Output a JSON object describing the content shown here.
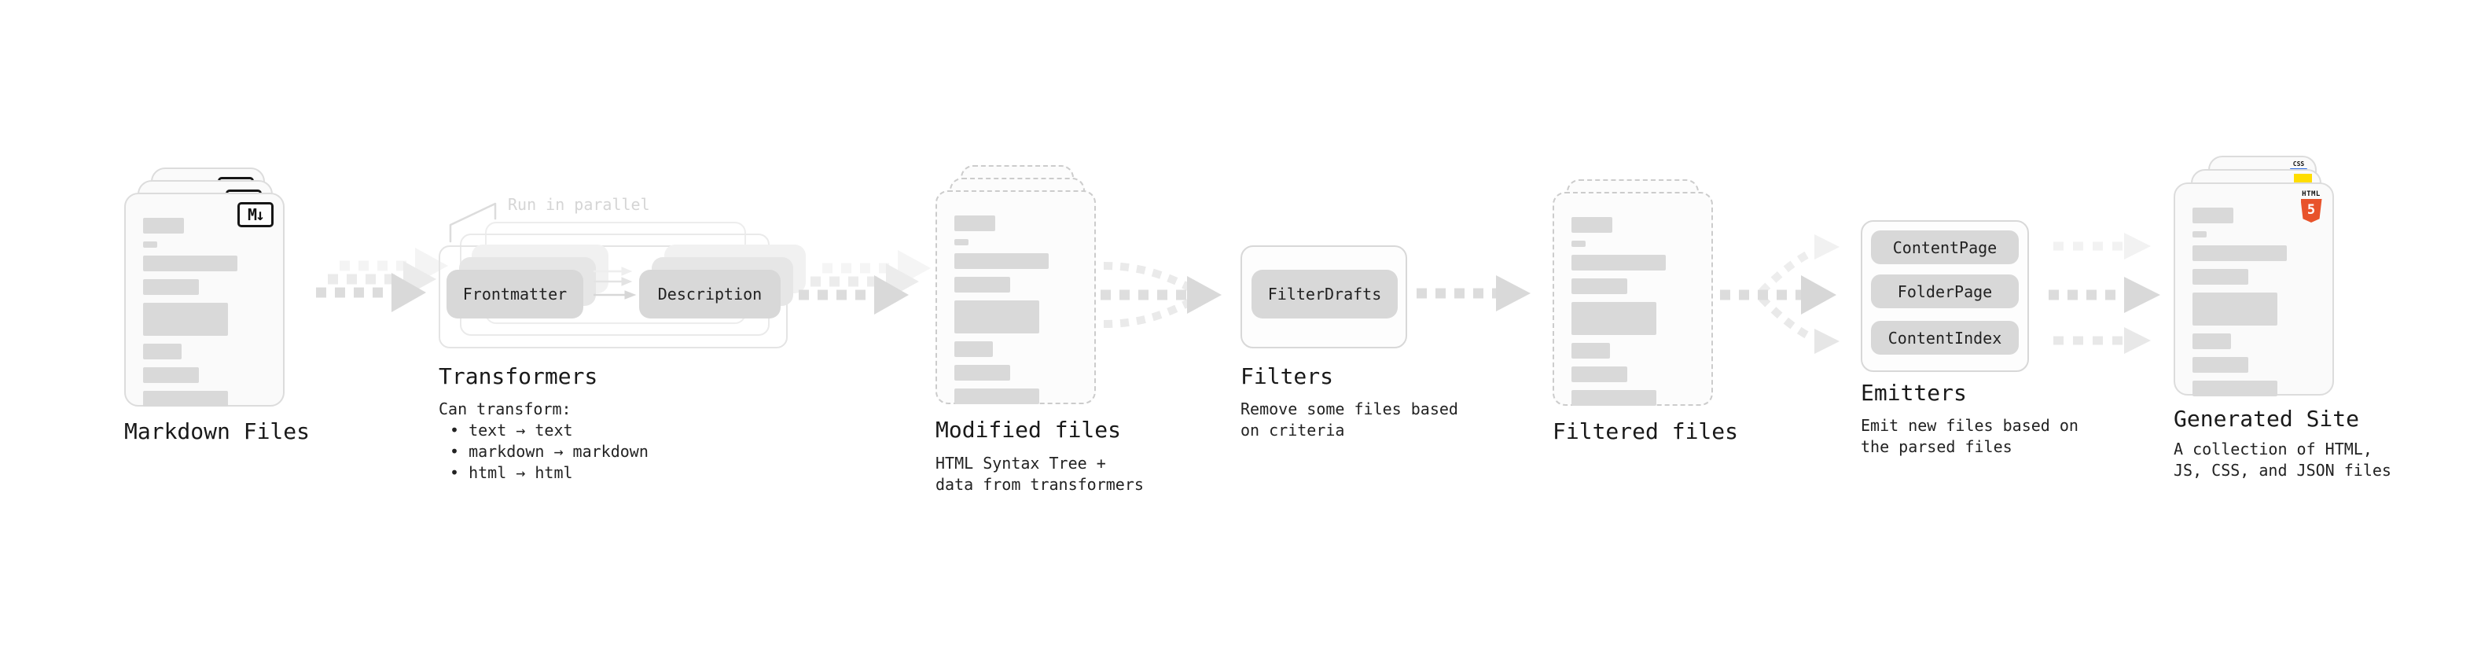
{
  "diagram": {
    "stages": {
      "markdown": {
        "title": "Markdown Files",
        "badge": "M↓"
      },
      "transformers": {
        "title": "Transformers",
        "annotation": "Run in parallel",
        "pill_left": "Frontmatter",
        "pill_right": "Description",
        "desc_heading": "Can transform:",
        "bullets": [
          "• text → text",
          "• markdown → markdown",
          "• html → html"
        ]
      },
      "modified": {
        "title": "Modified files",
        "desc_line1": "HTML Syntax Tree +",
        "desc_line2": "data from transformers"
      },
      "filters": {
        "title": "Filters",
        "pill": "FilterDrafts",
        "desc_line1": "Remove some files based",
        "desc_line2": "on criteria"
      },
      "filtered": {
        "title": "Filtered files"
      },
      "emitters": {
        "title": "Emitters",
        "pills": [
          "ContentPage",
          "FolderPage",
          "ContentIndex"
        ],
        "desc_line1": "Emit new files based on",
        "desc_line2": "the parsed files"
      },
      "generated": {
        "title": "Generated Site",
        "desc_line1": "A collection of HTML,",
        "desc_line2": "JS, CSS, and JSON files",
        "css_badge": "CSS",
        "html_badge_label": "HTML",
        "html_badge_digit": "5"
      }
    }
  },
  "colors": {
    "html5_orange": "#e8532b",
    "js_yellow": "#ffdd00",
    "css_blue": "#2e6be5",
    "skeleton_bar": "#d9d9d9",
    "pill_gray": "#d8d8d8",
    "arrow_gray": "#dcdcdc"
  },
  "skeleton_bars": [
    {
      "w": 34,
      "h": 20
    },
    {
      "w": 12,
      "h": 8
    },
    {
      "w": 78,
      "h": 20
    },
    {
      "w": 46,
      "h": 20
    },
    {
      "w": 70,
      "h": 42
    },
    {
      "w": 32,
      "h": 20
    },
    {
      "w": 46,
      "h": 20
    },
    {
      "w": 70,
      "h": 20
    }
  ]
}
